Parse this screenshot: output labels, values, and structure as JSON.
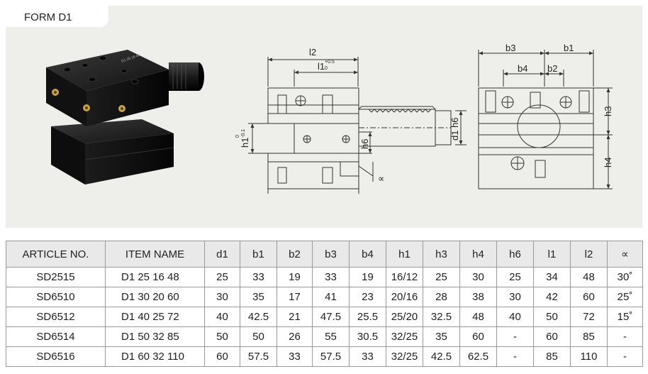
{
  "form_label": "FORM D1",
  "drawing_labels": {
    "l2": "l2",
    "l1": "l1",
    "l1_tol_upper": "+0.5",
    "l1_tol_lower": "0",
    "h1": "h1",
    "h1_tol_upper": "0",
    "h1_tol_lower": "-0.1",
    "h6": "h6",
    "d1h6": "d1 h6",
    "alpha": "∝",
    "b3": "b3",
    "b1": "b1",
    "b4": "b4",
    "b2": "b2",
    "h3": "h3",
    "h4": "h4"
  },
  "table": {
    "headers": [
      "ARTICLE NO.",
      "ITEM NAME",
      "d1",
      "b1",
      "b2",
      "b3",
      "b4",
      "h1",
      "h3",
      "h4",
      "h6",
      "l1",
      "l2",
      "∝"
    ],
    "rows": [
      [
        "SD2515",
        "D1 25 16 48",
        "25",
        "33",
        "19",
        "33",
        "19",
        "16/12",
        "25",
        "30",
        "25",
        "34",
        "48",
        "30˚"
      ],
      [
        "SD6510",
        "D1 30 20 60",
        "30",
        "35",
        "17",
        "41",
        "23",
        "20/16",
        "28",
        "38",
        "30",
        "42",
        "60",
        "25˚"
      ],
      [
        "SD6512",
        "D1 40 25 72",
        "40",
        "42.5",
        "21",
        "47.5",
        "25.5",
        "25/20",
        "32.5",
        "48",
        "40",
        "50",
        "72",
        "15˚"
      ],
      [
        "SD6514",
        "D1 50 32 85",
        "50",
        "50",
        "26",
        "55",
        "30.5",
        "32/25",
        "35",
        "60",
        "-",
        "60",
        "85",
        "-"
      ],
      [
        "SD6516",
        "D1 60 32 110",
        "60",
        "57.5",
        "33",
        "57.5",
        "33",
        "32/25",
        "42.5",
        "62.5",
        "-",
        "85",
        "110",
        "-"
      ]
    ]
  }
}
